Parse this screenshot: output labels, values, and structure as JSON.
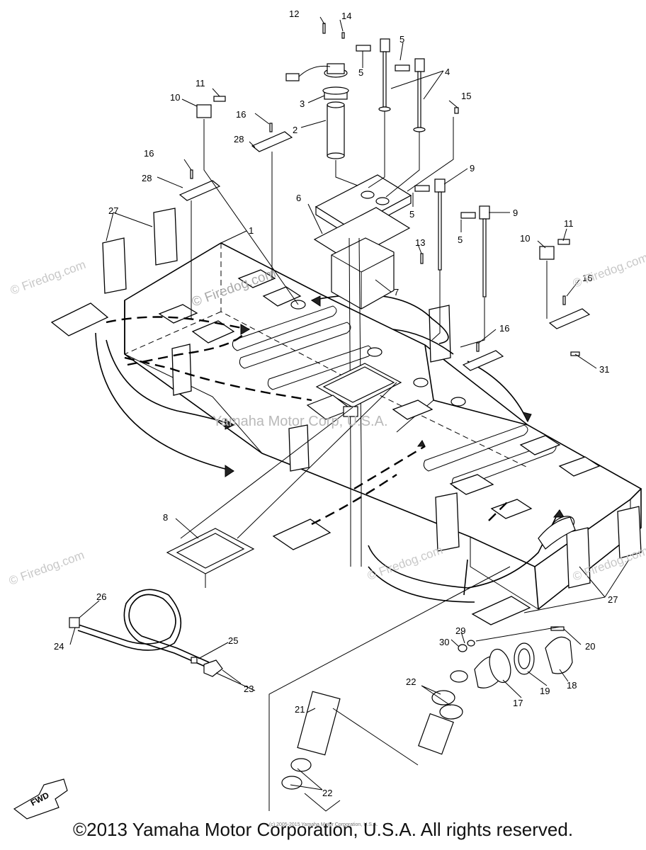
{
  "watermarks": {
    "site": "© Firedog.com",
    "center": "Yamaha Motor Corp, U.S.A.",
    "tiny": "(c) 2005-2015 Yamaha Motor Corporation, U.S.A."
  },
  "fwd_label": "FWD",
  "copyright": "©2013 Yamaha Motor Corporation, U.S.A. All rights reserved.",
  "callouts": [
    {
      "id": "c1",
      "label": "1"
    },
    {
      "id": "c2",
      "label": "2"
    },
    {
      "id": "c3",
      "label": "3"
    },
    {
      "id": "c4",
      "label": "4"
    },
    {
      "id": "c5a",
      "label": "5"
    },
    {
      "id": "c5b",
      "label": "5"
    },
    {
      "id": "c5c",
      "label": "5"
    },
    {
      "id": "c5d",
      "label": "5"
    },
    {
      "id": "c6",
      "label": "6"
    },
    {
      "id": "c7",
      "label": "7"
    },
    {
      "id": "c8",
      "label": "8"
    },
    {
      "id": "c9a",
      "label": "9"
    },
    {
      "id": "c9b",
      "label": "9"
    },
    {
      "id": "c10a",
      "label": "10"
    },
    {
      "id": "c10b",
      "label": "10"
    },
    {
      "id": "c11a",
      "label": "11"
    },
    {
      "id": "c11b",
      "label": "11"
    },
    {
      "id": "c12",
      "label": "12"
    },
    {
      "id": "c13",
      "label": "13"
    },
    {
      "id": "c14",
      "label": "14"
    },
    {
      "id": "c15",
      "label": "15"
    },
    {
      "id": "c16a",
      "label": "16"
    },
    {
      "id": "c16b",
      "label": "16"
    },
    {
      "id": "c16c",
      "label": "16"
    },
    {
      "id": "c16d",
      "label": "16"
    },
    {
      "id": "c17",
      "label": "17"
    },
    {
      "id": "c18",
      "label": "18"
    },
    {
      "id": "c19",
      "label": "19"
    },
    {
      "id": "c20",
      "label": "20"
    },
    {
      "id": "c21",
      "label": "21"
    },
    {
      "id": "c22a",
      "label": "22"
    },
    {
      "id": "c22b",
      "label": "22"
    },
    {
      "id": "c23",
      "label": "23"
    },
    {
      "id": "c24",
      "label": "24"
    },
    {
      "id": "c25",
      "label": "25"
    },
    {
      "id": "c26",
      "label": "26"
    },
    {
      "id": "c27a",
      "label": "27"
    },
    {
      "id": "c27b",
      "label": "27"
    },
    {
      "id": "c28a",
      "label": "28"
    },
    {
      "id": "c28b",
      "label": "28"
    },
    {
      "id": "c29",
      "label": "29"
    },
    {
      "id": "c30",
      "label": "30"
    },
    {
      "id": "c31",
      "label": "31"
    }
  ]
}
